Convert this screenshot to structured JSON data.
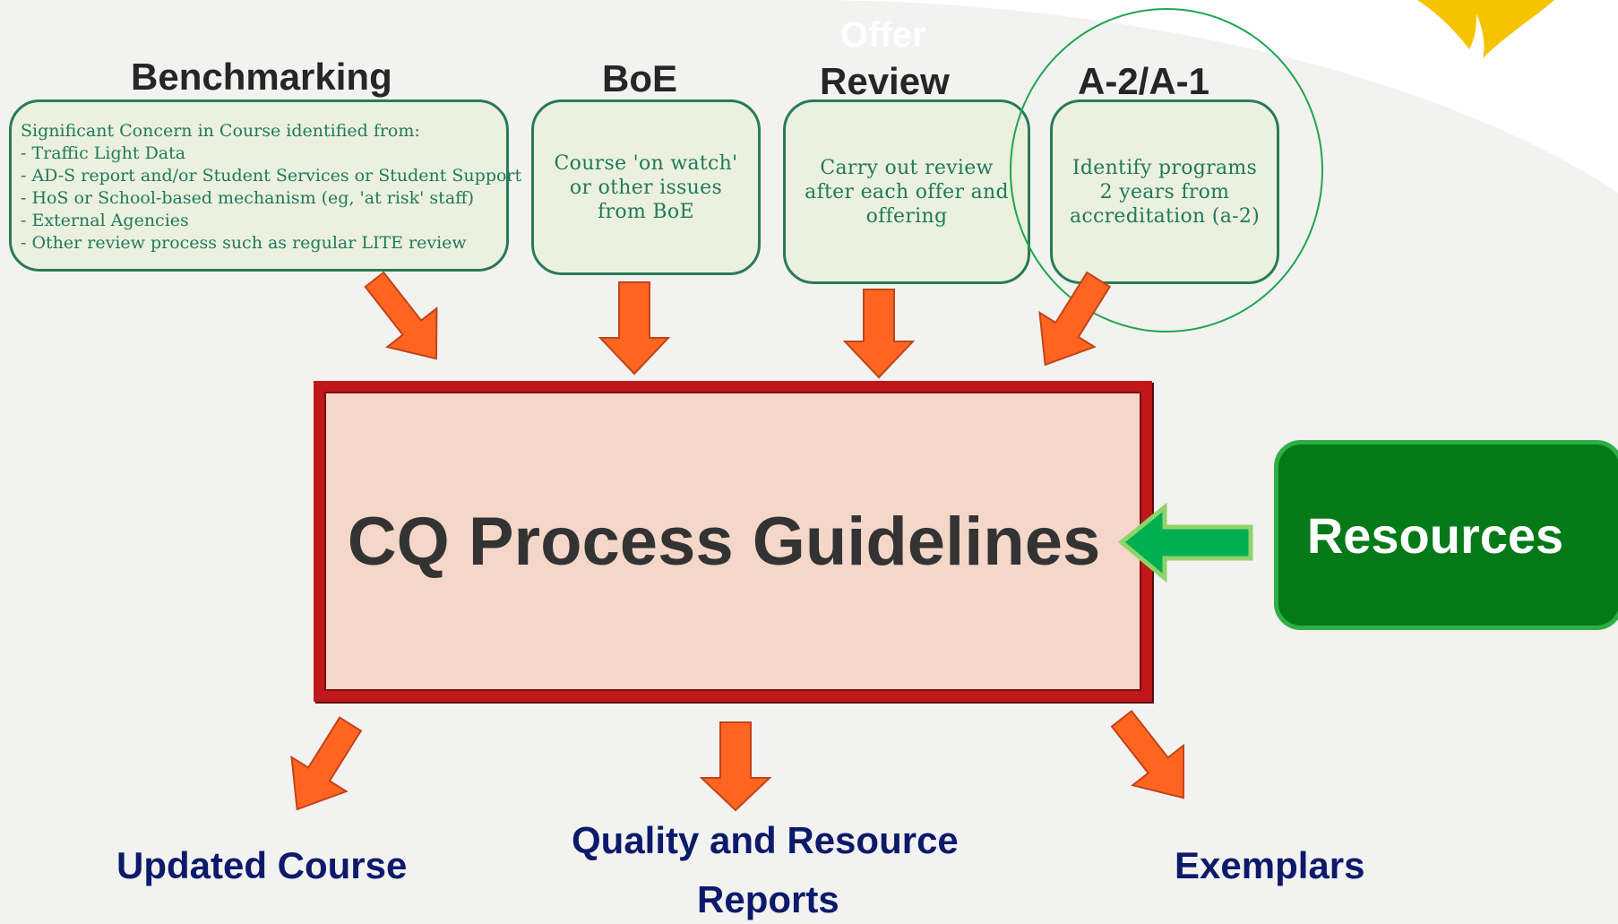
{
  "headings": {
    "benchmarking": "Benchmarking",
    "boe": "BoE",
    "offer": "Offer",
    "review": "Review",
    "a2a1": "A-2/A-1"
  },
  "sources": {
    "benchmarking": {
      "lines": [
        "Significant Concern in Course identified from:",
        "- Traffic Light Data",
        "- AD-S report and/or Student Services or Student Support",
        "- HoS or School-based mechanism (eg, 'at risk' staff)",
        "- External Agencies",
        "- Other review process such as regular LITE review"
      ]
    },
    "boe": {
      "text": "Course 'on watch' or other issues from BoE"
    },
    "review": {
      "text": "Carry out review after each offer and offering"
    },
    "a2a1": {
      "text": "Identify programs 2 years from accreditation (a-2)"
    }
  },
  "main": {
    "title": "CQ Process Guidelines"
  },
  "resources": {
    "label": "Resources"
  },
  "outputs": {
    "updated_course": "Updated Course",
    "quality_line1": "Quality and Resource",
    "quality_line2": "Reports",
    "exemplars": "Exemplars"
  },
  "colors": {
    "background": "#f2f2f0",
    "source_fill": "#ebf1de",
    "source_border": "#2a7a58",
    "main_fill": "#f4d7c8",
    "main_border": "#c0171b",
    "arrow_orange": "#ff6520",
    "arrow_green": "#00b050",
    "resources_fill": "#037a17",
    "output_text": "#0d1a6b",
    "logo_yellow": "#f5c400"
  }
}
